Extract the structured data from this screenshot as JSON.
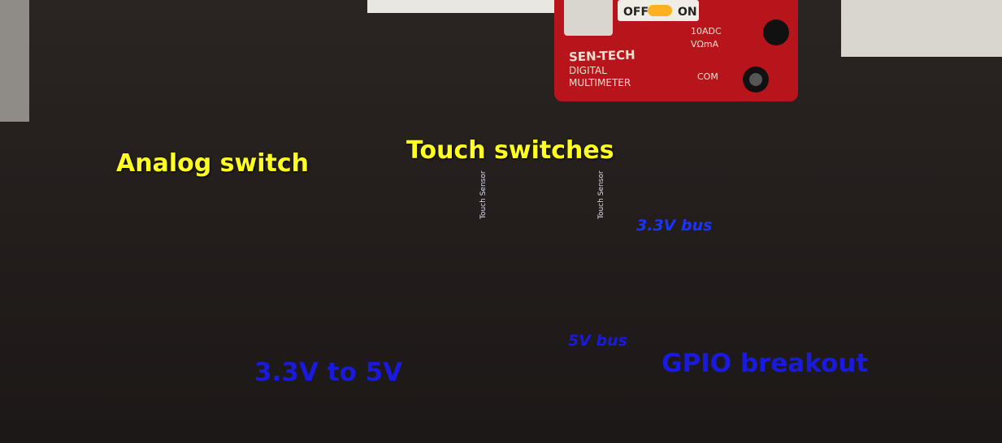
{
  "labels": {
    "analog_switch": "Analog switch",
    "touch_switches": "Touch switches",
    "bus_33v": "3.3V bus",
    "bus_5v": "5V bus",
    "level_shifter": "3.3V to 5V",
    "gpio_breakout": "GPIO breakout"
  },
  "multimeter": {
    "brand": "SEN-TECH",
    "line1": "DIGITAL",
    "line2": "MULTIMETER",
    "switch_off": "OFF",
    "switch_on": "ON",
    "range": "10ADC",
    "jack_v": "VΩmA",
    "jack_com": "COM"
  },
  "sensor": {
    "label1": "Touch Sensor",
    "label2": "Touch Sensor"
  },
  "colors": {
    "label_yellow": "#ffff22",
    "label_blue": "#1a1adf",
    "arrow_red": "#e02020",
    "wire_red": "#e01818",
    "wire_blue": "#1838d8",
    "wire_orange": "#ff6a1a",
    "wire_green": "#16a060",
    "wire_white": "#f4f4f4",
    "wire_black": "#101010",
    "pcb_blue": "#1d5fb4",
    "breadboard": "#e8e6e0"
  }
}
